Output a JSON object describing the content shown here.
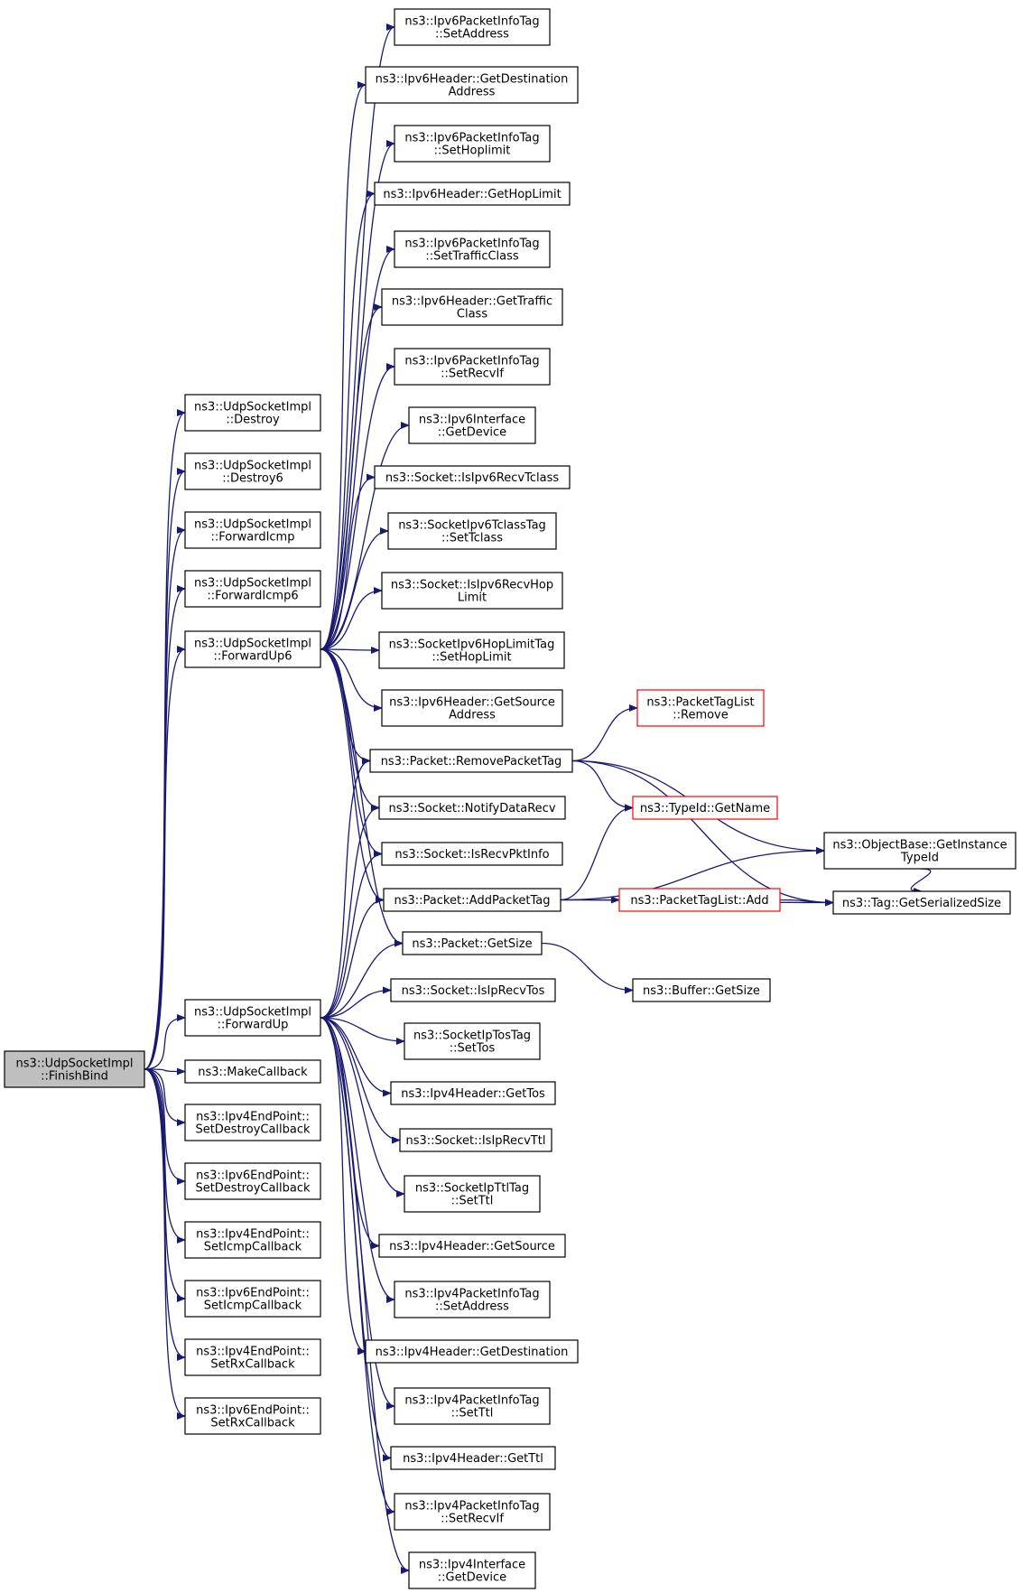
{
  "colors": {
    "edge": "#191970",
    "root_fill": "#bfbfbf",
    "node_border": "#000000",
    "truncated_border": "#ff0000"
  },
  "nodes": [
    {
      "id": "root",
      "lines": [
        "ns3::UdpSocketImpl",
        "::FinishBind"
      ],
      "style": "root"
    },
    {
      "id": "destroy",
      "lines": [
        "ns3::UdpSocketImpl",
        "::Destroy"
      ]
    },
    {
      "id": "destroy6",
      "lines": [
        "ns3::UdpSocketImpl",
        "::Destroy6"
      ]
    },
    {
      "id": "fwdicmp",
      "lines": [
        "ns3::UdpSocketImpl",
        "::ForwardIcmp"
      ]
    },
    {
      "id": "fwdicmp6",
      "lines": [
        "ns3::UdpSocketImpl",
        "::ForwardIcmp6"
      ]
    },
    {
      "id": "fwdup6",
      "lines": [
        "ns3::UdpSocketImpl",
        "::ForwardUp6"
      ]
    },
    {
      "id": "fwdup",
      "lines": [
        "ns3::UdpSocketImpl",
        "::ForwardUp"
      ]
    },
    {
      "id": "makecb",
      "lines": [
        "ns3::MakeCallback"
      ]
    },
    {
      "id": "v4destroycb",
      "lines": [
        "ns3::Ipv4EndPoint::",
        "SetDestroyCallback"
      ]
    },
    {
      "id": "v6destroycb",
      "lines": [
        "ns3::Ipv6EndPoint::",
        "SetDestroyCallback"
      ]
    },
    {
      "id": "v4icmpcb",
      "lines": [
        "ns3::Ipv4EndPoint::",
        "SetIcmpCallback"
      ]
    },
    {
      "id": "v6icmpcb",
      "lines": [
        "ns3::Ipv6EndPoint::",
        "SetIcmpCallback"
      ]
    },
    {
      "id": "v4rxcb",
      "lines": [
        "ns3::Ipv4EndPoint::",
        "SetRxCallback"
      ]
    },
    {
      "id": "v6rxcb",
      "lines": [
        "ns3::Ipv6EndPoint::",
        "SetRxCallback"
      ]
    },
    {
      "id": "v6pit_setaddr",
      "lines": [
        "ns3::Ipv6PacketInfoTag",
        "::SetAddress"
      ]
    },
    {
      "id": "v6h_getdest",
      "lines": [
        "ns3::Ipv6Header::GetDestination",
        "Address"
      ]
    },
    {
      "id": "v6pit_sethop",
      "lines": [
        "ns3::Ipv6PacketInfoTag",
        "::SetHoplimit"
      ]
    },
    {
      "id": "v6h_gethop",
      "lines": [
        "ns3::Ipv6Header::GetHopLimit"
      ]
    },
    {
      "id": "v6pit_settc",
      "lines": [
        "ns3::Ipv6PacketInfoTag",
        "::SetTrafficClass"
      ]
    },
    {
      "id": "v6h_gettc",
      "lines": [
        "ns3::Ipv6Header::GetTraffic",
        "Class"
      ]
    },
    {
      "id": "v6pit_setrecvif",
      "lines": [
        "ns3::Ipv6PacketInfoTag",
        "::SetRecvIf"
      ]
    },
    {
      "id": "v6if_getdev",
      "lines": [
        "ns3::Ipv6Interface",
        "::GetDevice"
      ]
    },
    {
      "id": "sock_isv6tclass",
      "lines": [
        "ns3::Socket::IsIpv6RecvTclass"
      ]
    },
    {
      "id": "tclasstag",
      "lines": [
        "ns3::SocketIpv6TclassTag",
        "::SetTclass"
      ]
    },
    {
      "id": "sock_isv6hop",
      "lines": [
        "ns3::Socket::IsIpv6RecvHop",
        "Limit"
      ]
    },
    {
      "id": "hoptag",
      "lines": [
        "ns3::SocketIpv6HopLimitTag",
        "::SetHopLimit"
      ]
    },
    {
      "id": "v6h_getsrc",
      "lines": [
        "ns3::Ipv6Header::GetSource",
        "Address"
      ]
    },
    {
      "id": "ptl_remove",
      "lines": [
        "ns3::PacketTagList",
        "::Remove"
      ],
      "style": "red"
    },
    {
      "id": "pkt_remove",
      "lines": [
        "ns3::Packet::RemovePacketTag"
      ]
    },
    {
      "id": "sock_notify",
      "lines": [
        "ns3::Socket::NotifyDataRecv"
      ]
    },
    {
      "id": "typeid_getname",
      "lines": [
        "ns3::TypeId::GetName"
      ],
      "style": "red"
    },
    {
      "id": "objbase",
      "lines": [
        "ns3::ObjectBase::GetInstance",
        "TypeId"
      ]
    },
    {
      "id": "sock_isrecvpkt",
      "lines": [
        "ns3::Socket::IsRecvPktInfo"
      ]
    },
    {
      "id": "pkt_add",
      "lines": [
        "ns3::Packet::AddPacketTag"
      ]
    },
    {
      "id": "ptl_add",
      "lines": [
        "ns3::PacketTagList::Add"
      ],
      "style": "red"
    },
    {
      "id": "tag_getsize",
      "lines": [
        "ns3::Tag::GetSerializedSize"
      ]
    },
    {
      "id": "pkt_getsize",
      "lines": [
        "ns3::Packet::GetSize"
      ]
    },
    {
      "id": "buf_getsize",
      "lines": [
        "ns3::Buffer::GetSize"
      ]
    },
    {
      "id": "sock_isiptos",
      "lines": [
        "ns3::Socket::IsIpRecvTos"
      ]
    },
    {
      "id": "tostag",
      "lines": [
        "ns3::SocketIpTosTag",
        "::SetTos"
      ]
    },
    {
      "id": "v4h_gettos",
      "lines": [
        "ns3::Ipv4Header::GetTos"
      ]
    },
    {
      "id": "sock_isipttl",
      "lines": [
        "ns3::Socket::IsIpRecvTtl"
      ]
    },
    {
      "id": "ttltag",
      "lines": [
        "ns3::SocketIpTtlTag",
        "::SetTtl"
      ]
    },
    {
      "id": "v4h_getsrc",
      "lines": [
        "ns3::Ipv4Header::GetSource"
      ]
    },
    {
      "id": "v4pit_setaddr",
      "lines": [
        "ns3::Ipv4PacketInfoTag",
        "::SetAddress"
      ]
    },
    {
      "id": "v4h_getdest",
      "lines": [
        "ns3::Ipv4Header::GetDestination"
      ]
    },
    {
      "id": "v4pit_setttl",
      "lines": [
        "ns3::Ipv4PacketInfoTag",
        "::SetTtl"
      ]
    },
    {
      "id": "v4h_getttl",
      "lines": [
        "ns3::Ipv4Header::GetTtl"
      ]
    },
    {
      "id": "v4pit_setrecvif",
      "lines": [
        "ns3::Ipv4PacketInfoTag",
        "::SetRecvIf"
      ]
    },
    {
      "id": "v4if_getdev",
      "lines": [
        "ns3::Ipv4Interface",
        "::GetDevice"
      ]
    }
  ],
  "edges": [
    [
      "root",
      "destroy"
    ],
    [
      "root",
      "destroy6"
    ],
    [
      "root",
      "fwdicmp"
    ],
    [
      "root",
      "fwdicmp6"
    ],
    [
      "root",
      "fwdup6"
    ],
    [
      "root",
      "fwdup"
    ],
    [
      "root",
      "makecb"
    ],
    [
      "root",
      "v4destroycb"
    ],
    [
      "root",
      "v6destroycb"
    ],
    [
      "root",
      "v4icmpcb"
    ],
    [
      "root",
      "v6icmpcb"
    ],
    [
      "root",
      "v4rxcb"
    ],
    [
      "root",
      "v6rxcb"
    ],
    [
      "fwdup6",
      "v6pit_setaddr"
    ],
    [
      "fwdup6",
      "v6h_getdest"
    ],
    [
      "fwdup6",
      "v6pit_sethop"
    ],
    [
      "fwdup6",
      "v6h_gethop"
    ],
    [
      "fwdup6",
      "v6pit_settc"
    ],
    [
      "fwdup6",
      "v6h_gettc"
    ],
    [
      "fwdup6",
      "v6pit_setrecvif"
    ],
    [
      "fwdup6",
      "v6if_getdev"
    ],
    [
      "fwdup6",
      "sock_isv6tclass"
    ],
    [
      "fwdup6",
      "tclasstag"
    ],
    [
      "fwdup6",
      "sock_isv6hop"
    ],
    [
      "fwdup6",
      "hoptag"
    ],
    [
      "fwdup6",
      "v6h_getsrc"
    ],
    [
      "fwdup6",
      "pkt_remove"
    ],
    [
      "fwdup6",
      "sock_notify"
    ],
    [
      "fwdup6",
      "sock_isrecvpkt"
    ],
    [
      "fwdup6",
      "pkt_add"
    ],
    [
      "fwdup6",
      "pkt_getsize"
    ],
    [
      "fwdup",
      "pkt_remove"
    ],
    [
      "fwdup",
      "sock_notify"
    ],
    [
      "fwdup",
      "sock_isrecvpkt"
    ],
    [
      "fwdup",
      "pkt_add"
    ],
    [
      "fwdup",
      "pkt_getsize"
    ],
    [
      "fwdup",
      "sock_isiptos"
    ],
    [
      "fwdup",
      "tostag"
    ],
    [
      "fwdup",
      "v4h_gettos"
    ],
    [
      "fwdup",
      "sock_isipttl"
    ],
    [
      "fwdup",
      "ttltag"
    ],
    [
      "fwdup",
      "v4h_getsrc"
    ],
    [
      "fwdup",
      "v4pit_setaddr"
    ],
    [
      "fwdup",
      "v4h_getdest"
    ],
    [
      "fwdup",
      "v4pit_setttl"
    ],
    [
      "fwdup",
      "v4h_getttl"
    ],
    [
      "fwdup",
      "v4pit_setrecvif"
    ],
    [
      "fwdup",
      "v4if_getdev"
    ],
    [
      "pkt_remove",
      "ptl_remove"
    ],
    [
      "pkt_remove",
      "typeid_getname"
    ],
    [
      "pkt_remove",
      "objbase"
    ],
    [
      "pkt_remove",
      "tag_getsize"
    ],
    [
      "pkt_add",
      "typeid_getname"
    ],
    [
      "pkt_add",
      "objbase"
    ],
    [
      "pkt_add",
      "ptl_add"
    ],
    [
      "pkt_add",
      "tag_getsize"
    ],
    [
      "ptl_add",
      "tag_getsize"
    ],
    [
      "objbase",
      "tag_getsize"
    ],
    [
      "pkt_getsize",
      "buf_getsize"
    ]
  ]
}
